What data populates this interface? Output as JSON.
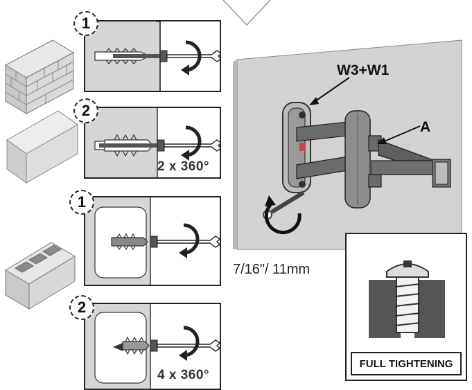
{
  "steps": [
    {
      "number": "1",
      "rotation": "",
      "wall": "brick"
    },
    {
      "number": "2",
      "rotation": "2 x 360°",
      "wall": "brick"
    },
    {
      "number": "1",
      "rotation": "",
      "wall": "hollow-block"
    },
    {
      "number": "2",
      "rotation": "4 x 360°",
      "wall": "hollow-block"
    }
  ],
  "callouts": {
    "bolt_label": "W3+W1",
    "arm_label": "A",
    "wrench_size": "7/16\"/ 11mm"
  },
  "tightening": {
    "label": "FULL TIGHTENING"
  },
  "colors": {
    "wall_gray": "#d6d6d6",
    "mount_dark": "#444444",
    "line": "#222222"
  }
}
